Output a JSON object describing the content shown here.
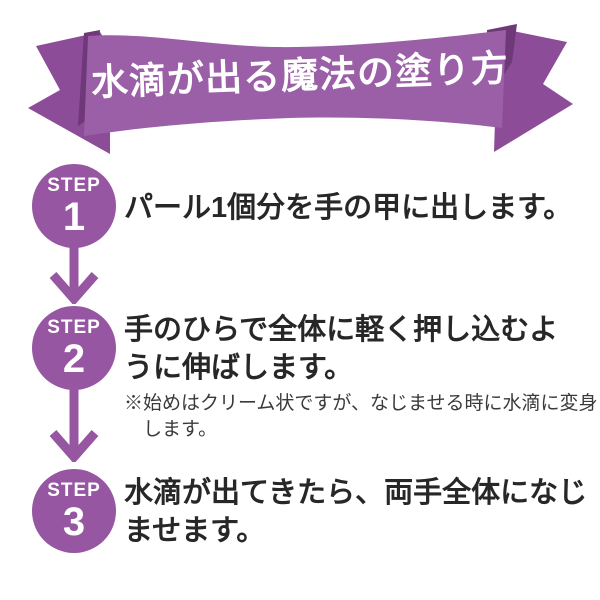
{
  "banner": {
    "title": "水滴が出る魔法の塗り方"
  },
  "colors": {
    "ribbon_band": "#9b5fa7",
    "ribbon_tail": "#8c4c98",
    "ribbon_fold": "#6e3879",
    "step_accent": "#9656a2",
    "body_text": "#272727"
  },
  "steps": [
    {
      "label": "STEP",
      "number": "1",
      "lines": [
        "パール1個分を手の甲に出します。"
      ]
    },
    {
      "label": "STEP",
      "number": "2",
      "lines": [
        "手のひらで全体に軽く押し込むよ",
        "うに伸ばします。"
      ],
      "note_lines": [
        "※始めはクリーム状ですが、なじませる時に水滴に変身",
        "します。"
      ]
    },
    {
      "label": "STEP",
      "number": "3",
      "lines": [
        "水滴が出てきたら、両手全体になじ",
        "ませます。"
      ]
    }
  ]
}
